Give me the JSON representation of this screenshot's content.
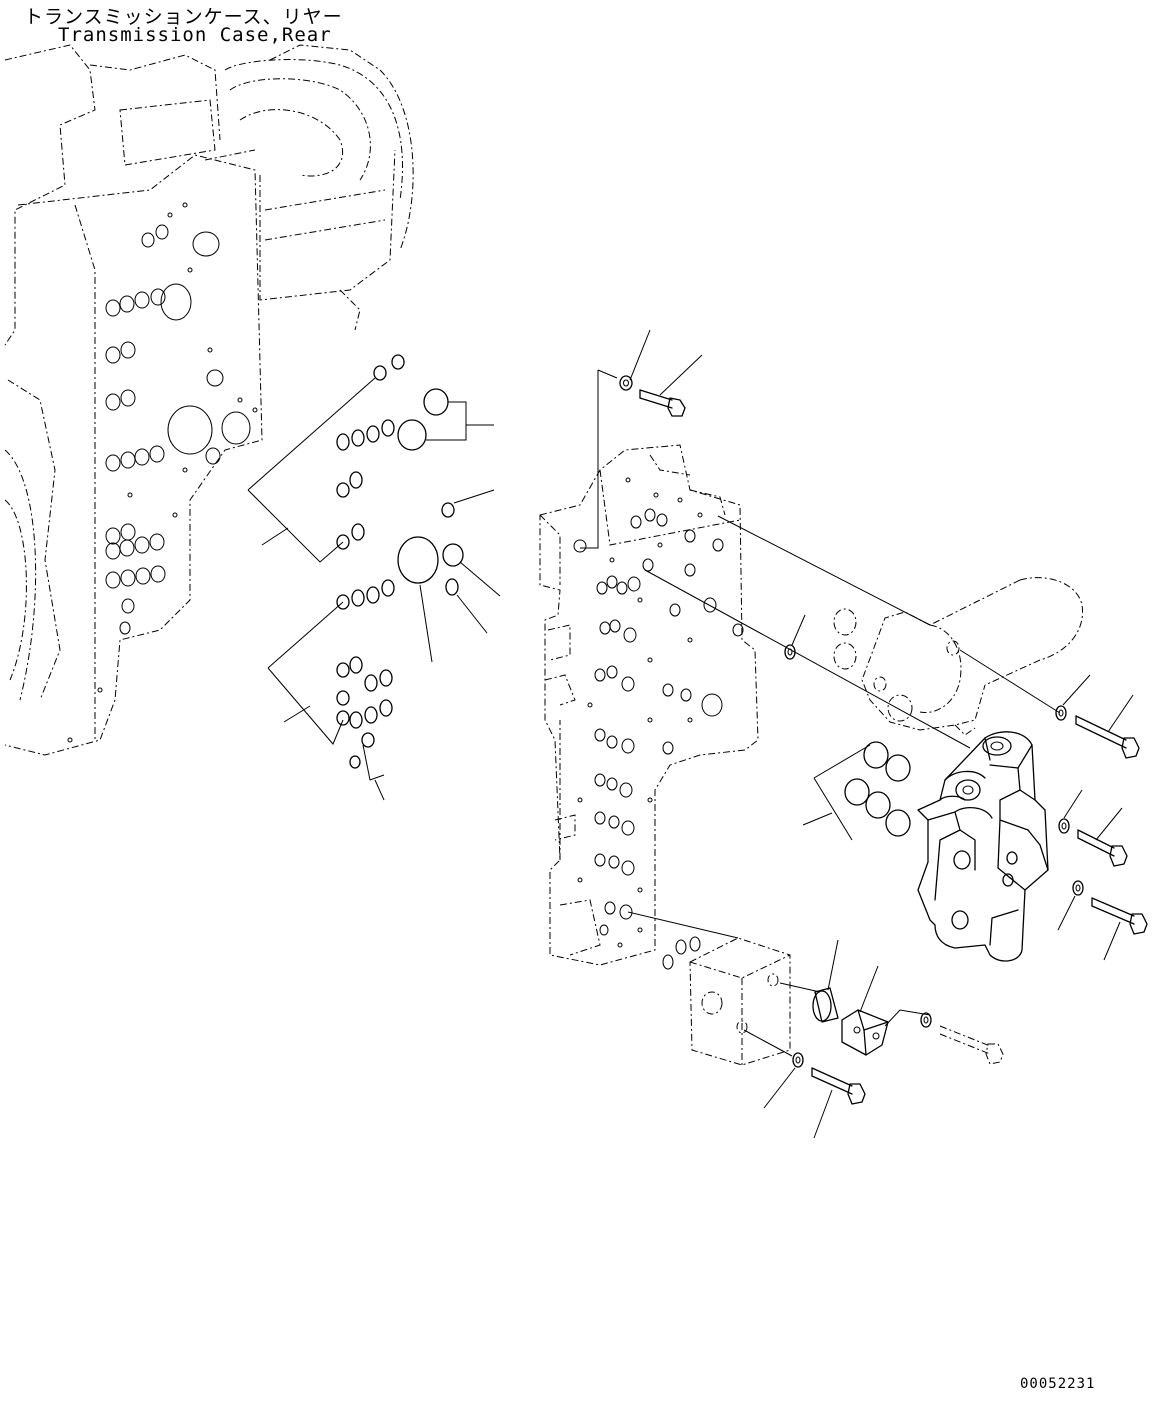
{
  "header": {
    "title_jp": "トランスミッションケース、リヤー",
    "title_en": "Transmission Case,Rear"
  },
  "footer": {
    "drawing_number": "00052231"
  }
}
